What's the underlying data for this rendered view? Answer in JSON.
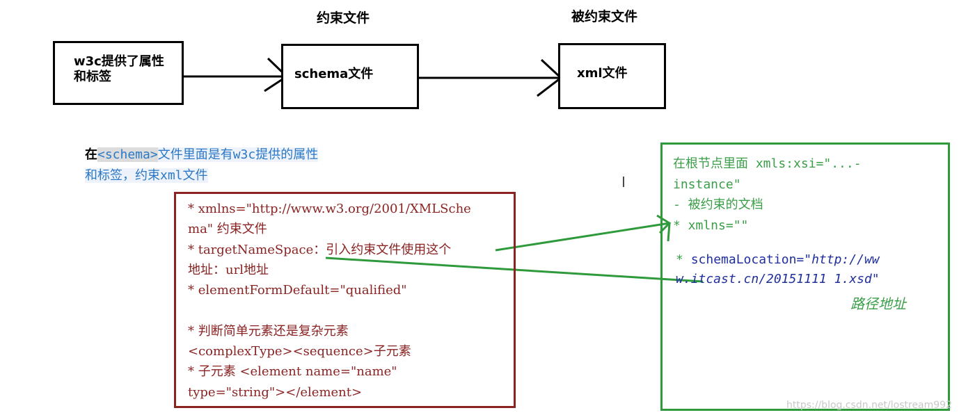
{
  "headings": {
    "constraint_file": "约束文件",
    "constrained_file": "被约束文件"
  },
  "boxes": {
    "w3c": "w3c提供了属性\n和标签",
    "schema": "schema文件",
    "xml": "xml文件"
  },
  "description": {
    "line1_prefix": "在",
    "line1_tag": "<schema>",
    "line1_rest": "文件里面是有w3c提供的属性",
    "line2": "和标签，约束xml文件"
  },
  "schema_notes": [
    "* xmlns=\"http://www.w3.org/2001/XMLSche",
    "ma\" 约束文件",
    "* targetNameSpace：引入约束文件使用这个",
    "地址：url地址",
    "* elementFormDefault=\"qualified\"",
    "",
    "* 判断简单元素还是复杂元素",
    " <complexType><sequence>子元素",
    "* 子元素 <element name=\"name\"",
    "type=\"string\"></element>"
  ],
  "xml_notes": [
    "在根节点里面 xmls:xsi=\"...-",
    "instance\"",
    "- 被约束的文档",
    "* xmlns=\"\""
  ],
  "schema_location": {
    "prefix": "* ",
    "key": "schemaLocation=",
    "value_line1": "\"http://ww",
    "value_line2": "w.itcast.cn/20151111 1.xsd\""
  },
  "path_label": "路径地址",
  "cursor_glyph": "I",
  "watermark": "https://blog.csdn.net/lostream992",
  "colors": {
    "red": "#8b2323",
    "green": "#2e9a3c",
    "green_text": "#3a9e48",
    "blue": "#2a78c6",
    "navy": "#1f2f9c"
  }
}
